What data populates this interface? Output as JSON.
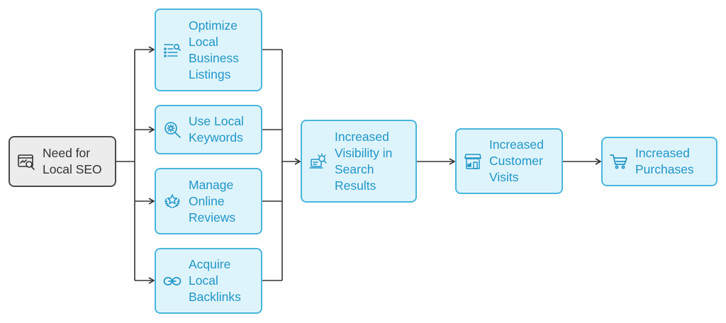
{
  "diagram": {
    "root": {
      "label": "Need for\nLocal SEO",
      "icon": "seo-browser-icon"
    },
    "tactics": [
      {
        "label": "Optimize\nLocal\nBusiness\nListings",
        "icon": "list-search-icon"
      },
      {
        "label": "Use Local\nKeywords",
        "icon": "keyword-search-icon"
      },
      {
        "label": "Manage\nOnline\nReviews",
        "icon": "star-laurel-icon"
      },
      {
        "label": "Acquire\nLocal\nBacklinks",
        "icon": "link-icon"
      }
    ],
    "outcomes": [
      {
        "label": "Increased\nVisibility in\nSearch\nResults",
        "icon": "laptop-search-icon"
      },
      {
        "label": "Increased\nCustomer\nVisits",
        "icon": "storefront-icon"
      },
      {
        "label": "Increased\nPurchases",
        "icon": "shopping-cart-icon"
      }
    ]
  },
  "colors": {
    "accent": "#2196c8",
    "node_fill": "#def4fc",
    "node_border": "#49b6dc",
    "root_fill": "#ececec",
    "root_border": "#4a4a4a",
    "connector": "#333333"
  }
}
